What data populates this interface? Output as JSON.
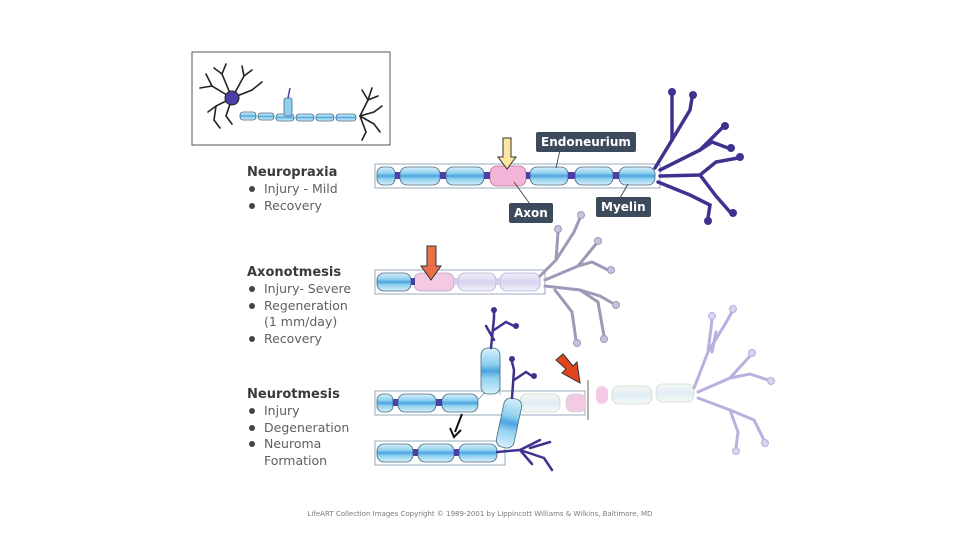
{
  "sections": [
    {
      "title": "Neuropraxia",
      "items": [
        "Injury - Mild",
        "Recovery"
      ]
    },
    {
      "title": "Axonotmesis",
      "items": [
        "Injury- Severe",
        "Regeneration (1 mm/day)",
        "Recovery"
      ]
    },
    {
      "title": "Neurotmesis",
      "items": [
        "Injury",
        "Degeneration",
        "Neuroma Formation"
      ]
    }
  ],
  "labels": {
    "endoneurium": "Endoneurium",
    "axon": "Axon",
    "myelin": "Myelin"
  },
  "copyright": "LifeART Collection Images Copyright © 1989-2001 by Lippincott Williams & Wilkins, Baltimore, MD",
  "colors": {
    "axon_blue": "#8fd0ef",
    "myelin_stripe": "#4aa3e0",
    "dendrite": "#4b3fa8",
    "faded_dendrite": "#b9b0e0",
    "injury_pink": "#f4b6d8",
    "arrow_yellow": "#fde7a0",
    "arrow_orange": "#e8714a",
    "arrow_red": "#e0451f",
    "label_bg": "#3d4a5c"
  }
}
